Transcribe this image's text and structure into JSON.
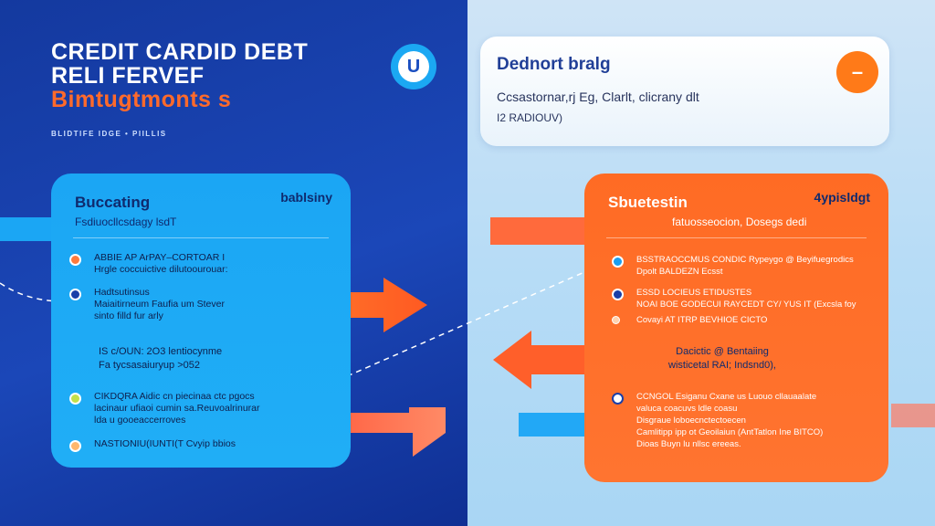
{
  "title": {
    "line1": "CREDIT CARDID DEBT",
    "line2": "RELI FERVEF",
    "line3": "Bimtugtmonts s"
  },
  "subtitle_small": "BLIDTIFE IDGE  •  PIILLIS",
  "logo_letter": "U",
  "top_card": {
    "heading": "Dednort bralg",
    "line1": "Ccsastornar,rj Eg, Clarlt, clicrany dlt",
    "line2": "I2 RADIOUV)",
    "badge_symbol": "–"
  },
  "left_card": {
    "title": "Buccating",
    "tag": "bablsiny",
    "subtitle": "Fsdiuocllcsdagy lsdT",
    "items": [
      {
        "text": "ABBIE AP ArPAY–CORTOAR I\nHrgle coccuictive dilutoourouar:",
        "dot_color": "#ff7a3d"
      },
      {
        "text": "Hadtsutinsus\nMaiaitirneum Faufia um Stever\nsinto filld fur arly",
        "dot_color": "#1a3fa8"
      }
    ],
    "middle": "IS c/OUN: 2O3 lentiocynme\nFa tycsasaiuryup >052",
    "bottom_items": [
      {
        "text": "CIKDQRA Aidic cn piecinaa ctc pgocs\nlacinaur ufiaoi cumin sa.Reuvoalrinurar\nlda u gooeaccerroves",
        "dot_color": "#c3e04a"
      },
      {
        "text": "NASTIONIU(IUNTI(T Cvyip bbios",
        "dot_color": "#ffb76b"
      }
    ]
  },
  "right_card": {
    "title": "Sbuetestin",
    "tag": "4ypisldgt",
    "subtitle": "fatuosseocion, Dosegs dedi",
    "items": [
      {
        "text": "BSSTRAOCCMUS CONDIC Rypeygo @ Beyifuegrodics\nDpolt BALDEZN Ecsst",
        "dot_color": "#1a9ef0"
      },
      {
        "text": "ESSD LOCIEUS ETIDUSTES\nNOAI BOE GODECUI RAYCEDT CY/ YUS IT (Excsla foy",
        "dot_color": "#1a3fa8"
      },
      {
        "text": "Covayi AT ITRP BEVHIOE CICTO",
        "dot_color": "#ffd2b0"
      }
    ],
    "middle": "Dacictic @ Bentaiing\nwisticetal RAI; Indsnd0),",
    "bottom_items": [
      {
        "text": "CCNGOL Esiganu Cxane us Luouo cllauaalate\nvaluca coacuvs ldle coasu\nDisgraue loboecnctectoecen\nCamlitipp ipp ot Geoilaiun (AntTatlon Ine BITCO)\nDioas Buyn lu nllsc ereeas.",
        "dot_color": "#ffffff"
      }
    ]
  },
  "colors": {
    "navy": "#14399f",
    "sky": "#1ba6f4",
    "orange": "#ff6b24",
    "light_panel": "#b7dcf6"
  }
}
